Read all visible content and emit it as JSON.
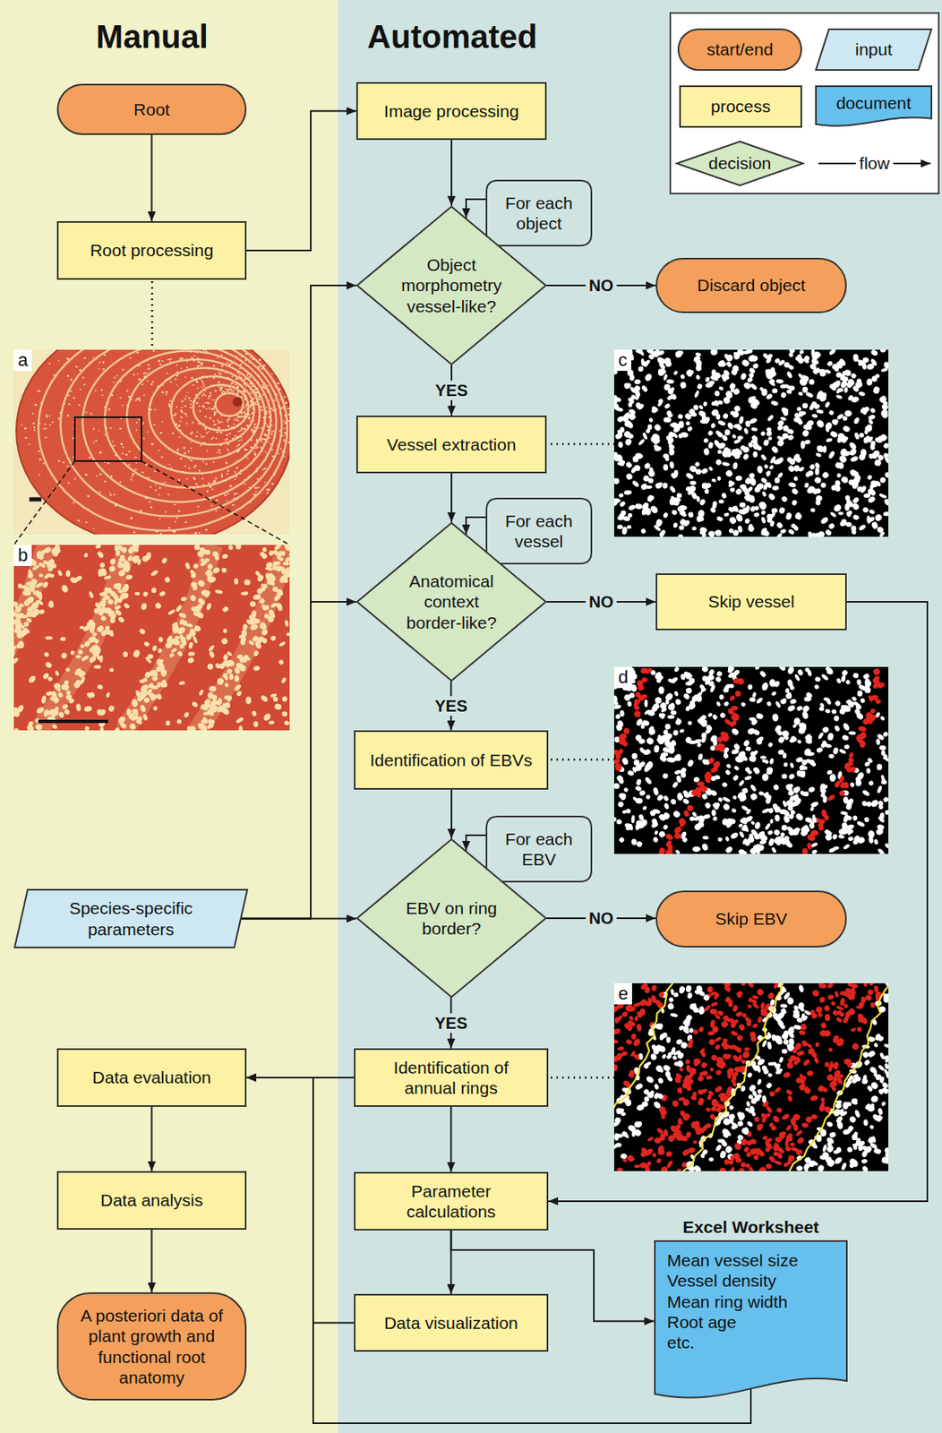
{
  "diagram": {
    "nodes": [
      {
        "text": [
          "Root"
        ]
      },
      {
        "text": [
          "Root processing"
        ]
      },
      {
        "text": [
          "Image processing"
        ]
      },
      {
        "text": [
          "For each object"
        ]
      },
      {
        "text": [
          "Object morphometry vessel-like?"
        ]
      },
      {
        "text": [
          "Discard object"
        ]
      },
      {
        "text": [
          "Vessel extraction"
        ]
      },
      {
        "text": [
          "For each vessel"
        ]
      },
      {
        "text": [
          "Anatomical context border-like?"
        ]
      },
      {
        "text": [
          "Skip vessel"
        ]
      },
      {
        "text": [
          "Identification of EBVs"
        ]
      },
      {
        "text": [
          "For each EBV"
        ]
      },
      {
        "text": [
          "Species-specific parameters"
        ]
      },
      {
        "text": [
          "EBV on ring border?"
        ]
      },
      {
        "text": [
          "Skip EBV"
        ]
      },
      {
        "text": [
          "Data evaluation"
        ]
      },
      {
        "text": [
          "Identification of annual rings"
        ]
      },
      {
        "text": [
          "Data analysis"
        ]
      },
      {
        "text": [
          "Parameter calculations"
        ]
      },
      {
        "text": [
          "A posteriori data of plant growth and functional root anatomy"
        ]
      },
      {
        "text": [
          "Data visualization"
        ]
      },
      {
        "text": [
          "Excel Worksheet",
          "Mean vessel size",
          "Vessel density",
          "Mean ring width",
          "Root age",
          "etc."
        ]
      }
    ],
    "edges": [
      {
        "from": 0,
        "to": 1,
        "arrow": "to"
      },
      {
        "from": 1,
        "to": 2,
        "arrow": "to"
      },
      {
        "from": 2,
        "to": 4,
        "arrow": "to"
      },
      {
        "from": 3,
        "to": 4,
        "arrow": "to"
      },
      {
        "from": 4,
        "to": 5,
        "label": "NO",
        "arrow": "to"
      },
      {
        "from": 4,
        "to": 6,
        "label": "YES",
        "arrow": "to"
      },
      {
        "from": 6,
        "to": 8,
        "arrow": "to"
      },
      {
        "from": 7,
        "to": 8,
        "arrow": "to"
      },
      {
        "from": 8,
        "to": 9,
        "label": "NO",
        "arrow": "to"
      },
      {
        "from": 8,
        "to": 10,
        "label": "YES",
        "arrow": "to"
      },
      {
        "from": 10,
        "to": 13,
        "arrow": "to"
      },
      {
        "from": 11,
        "to": 13,
        "arrow": "to"
      },
      {
        "from": 12,
        "to": 4,
        "arrow": "to"
      },
      {
        "from": 12,
        "to": 8,
        "arrow": "to"
      },
      {
        "from": 12,
        "to": 13,
        "arrow": "to"
      },
      {
        "from": 13,
        "to": 14,
        "label": "NO",
        "arrow": "to"
      },
      {
        "from": 13,
        "to": 16,
        "label": "YES",
        "arrow": "to"
      },
      {
        "from": 9,
        "to": 18,
        "arrow": "to"
      },
      {
        "from": 16,
        "to": 15,
        "arrow": "to"
      },
      {
        "from": 16,
        "to": 18,
        "arrow": "to"
      },
      {
        "from": 15,
        "to": 17,
        "arrow": "to"
      },
      {
        "from": 17,
        "to": 19,
        "arrow": "to"
      },
      {
        "from": 18,
        "to": 20,
        "arrow": "to"
      },
      {
        "from": 18,
        "to": 21,
        "arrow": "to"
      },
      {
        "from": 20,
        "to": 15,
        "arrow": "to"
      },
      {
        "from": 21,
        "to": 15,
        "arrow": "to"
      }
    ],
    "labels": [
      "Manual",
      "Automated",
      "a",
      "b",
      "c",
      "d",
      "e"
    ],
    "legend": [
      {
        "text": "start/end",
        "color": "#f4a05c"
      },
      {
        "text": "input",
        "color": "#cde8f2"
      },
      {
        "text": "process",
        "color": "#fdf2a3"
      },
      {
        "text": "document",
        "color": "#66c0ee"
      },
      {
        "text": "decision",
        "color": "#d4e8c4"
      },
      {
        "text": "flow"
      }
    ]
  }
}
